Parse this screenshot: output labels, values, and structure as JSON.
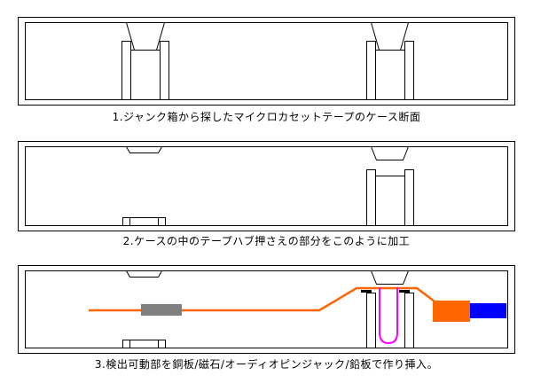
{
  "captions": {
    "step1": "1.ジャンク箱から探したマイクロカセットテープのケース断面",
    "step2": "2.ケースの中のテープハブ押さえの部分をこのように加工",
    "step3": "3.検出可動部を銅板/磁石/オーディオピンジャック/鉛板で作り挿入。"
  },
  "colors": {
    "outline": "#000000",
    "wire": "#ff6600",
    "magnet": "#808080",
    "copper_loop": "#ff00ff",
    "jack_body": "#ff6600",
    "jack_plug": "#0000ff"
  }
}
